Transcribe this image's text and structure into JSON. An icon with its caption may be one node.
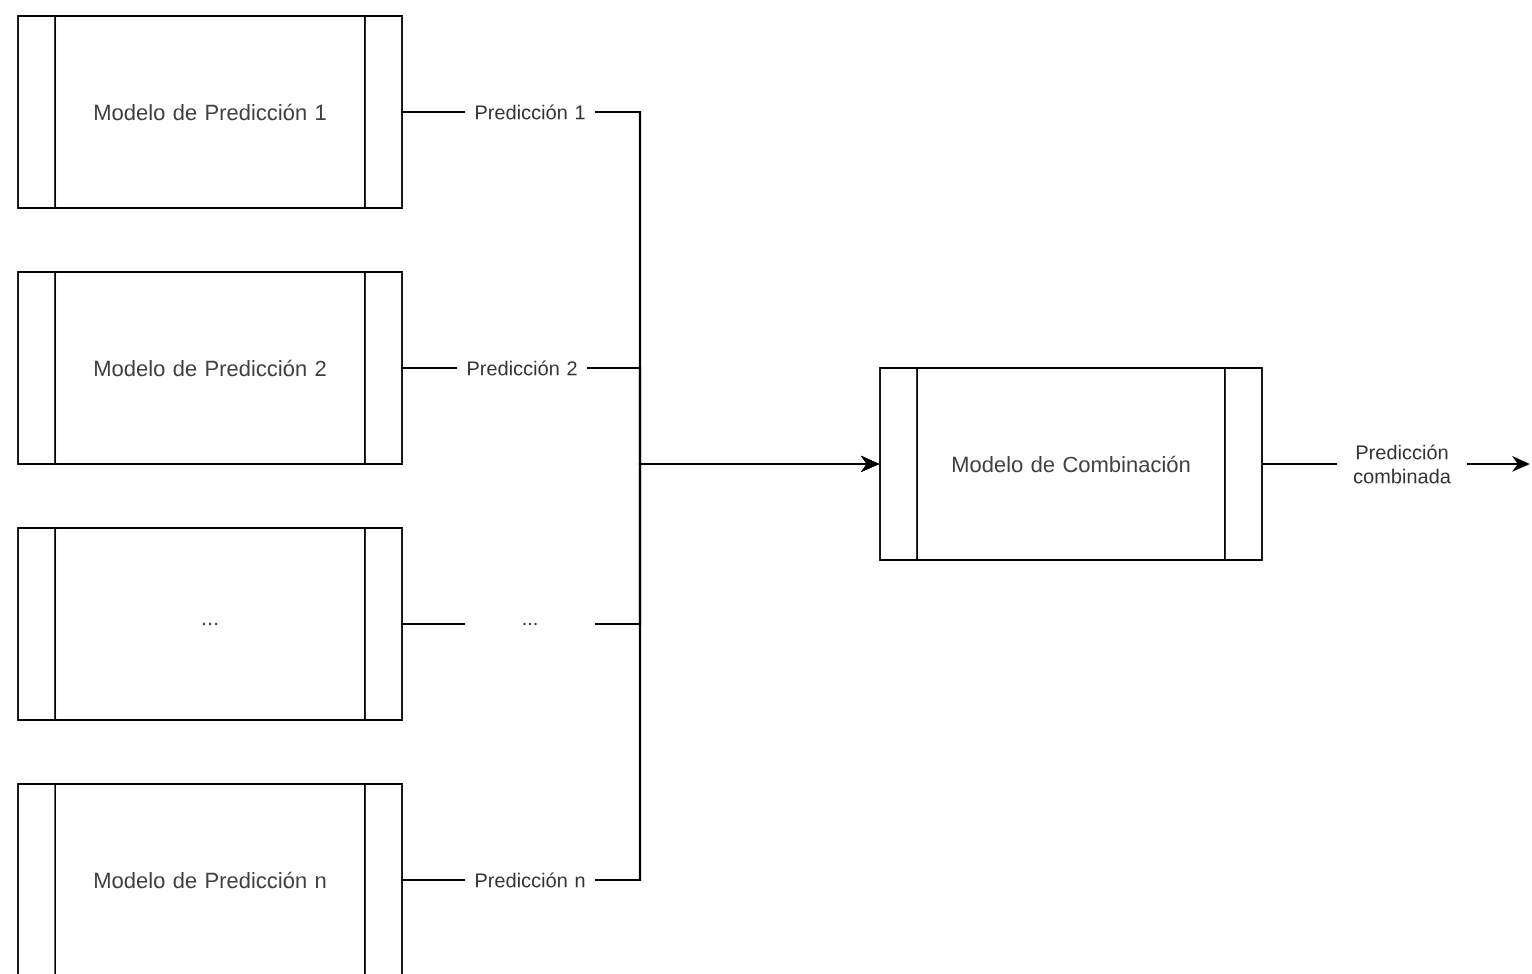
{
  "diagram": {
    "nodes": [
      {
        "text": [
          "Modelo de Predicción 1"
        ]
      },
      {
        "text": [
          "Modelo de Predicción 2"
        ]
      },
      {
        "text": [
          "..."
        ]
      },
      {
        "text": [
          "Modelo de Predicción n"
        ]
      },
      {
        "text": [
          "Modelo de Combinación"
        ]
      }
    ],
    "edges": [
      {
        "from": 0,
        "to": 4,
        "arrow": "to",
        "label": "Predicción 1"
      },
      {
        "from": 1,
        "to": 4,
        "arrow": "to",
        "label": "Predicción 2"
      },
      {
        "from": 2,
        "to": 4,
        "arrow": "to",
        "label": "..."
      },
      {
        "from": 3,
        "to": 4,
        "arrow": "to",
        "label": "Predicción n"
      },
      {
        "from": 4,
        "to": null,
        "arrow": "to",
        "label": "Predicción combinada"
      }
    ]
  }
}
